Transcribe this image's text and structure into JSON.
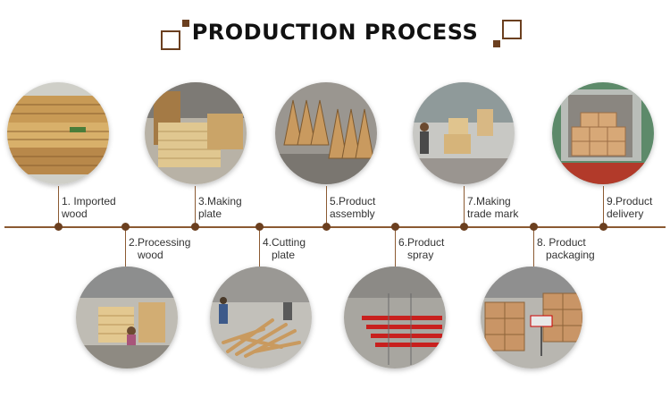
{
  "title": "PRODUCTION PROCESS",
  "colors": {
    "accent": "#6b3f1f",
    "line": "#8b5a32"
  },
  "steps": [
    {
      "line1": "1. Imported",
      "line2": "wood"
    },
    {
      "line1": "2.Processing",
      "line2": "wood"
    },
    {
      "line1": "3.Making",
      "line2": "plate"
    },
    {
      "line1": "4.Cutting",
      "line2": "plate"
    },
    {
      "line1": "5.Product",
      "line2": "assembly"
    },
    {
      "line1": "6.Product",
      "line2": "spray"
    },
    {
      "line1": "7.Making",
      "line2": "trade mark"
    },
    {
      "line1": "8. Product",
      "line2": "packaging"
    },
    {
      "line1": "9.Product",
      "line2": "delivery"
    }
  ]
}
